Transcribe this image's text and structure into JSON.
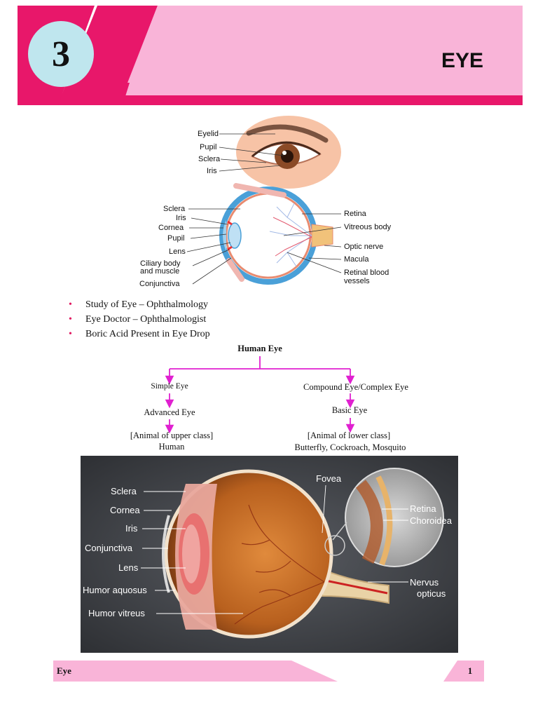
{
  "header": {
    "chapter_number": "3",
    "title": "EYE",
    "colors": {
      "magenta": "#e8176a",
      "pink": "#f9b4d8",
      "circle": "#bfe6ee"
    }
  },
  "external_eye": {
    "labels": [
      "Eyelid",
      "Pupil",
      "Sclera",
      "Iris"
    ]
  },
  "cross_section": {
    "left_labels": [
      "Sclera",
      "Iris",
      "Cornea",
      "Pupil",
      "Lens",
      "Ciliary body",
      "and muscle",
      "Conjunctiva"
    ],
    "right_labels": [
      "Retina",
      "Vitreous body",
      "Optic nerve",
      "Macula",
      "Retinal blood",
      "vessels"
    ]
  },
  "facts": [
    "Study of Eye – Ophthalmology",
    "Eye Doctor – Ophthalmologist",
    "Boric Acid Present in Eye Drop"
  ],
  "flowchart": {
    "root": "Human Eye",
    "left": {
      "title": "Simple Eye",
      "level2": "Advanced Eye",
      "level3": "[Animal of upper class]",
      "level4": "Human"
    },
    "right": {
      "title": "Compound Eye/Complex Eye",
      "level2": "Basic Eye",
      "level3": "[Animal of lower class]",
      "level4": "Butterfly, Cockroach, Mosquito"
    },
    "arrow_color": "#e020d0"
  },
  "anatomy_photo": {
    "left_labels": [
      "Sclera",
      "Cornea",
      "Iris",
      "Conjunctiva",
      "Lens",
      "Humor aquosus",
      "Humor vitreus"
    ],
    "top_label": "Fovea",
    "inset_labels": [
      "Retina",
      "Choroidea"
    ],
    "nerve_label": [
      "Nervus",
      "opticus"
    ]
  },
  "footer": {
    "label": "Eye",
    "page_number": "1"
  }
}
